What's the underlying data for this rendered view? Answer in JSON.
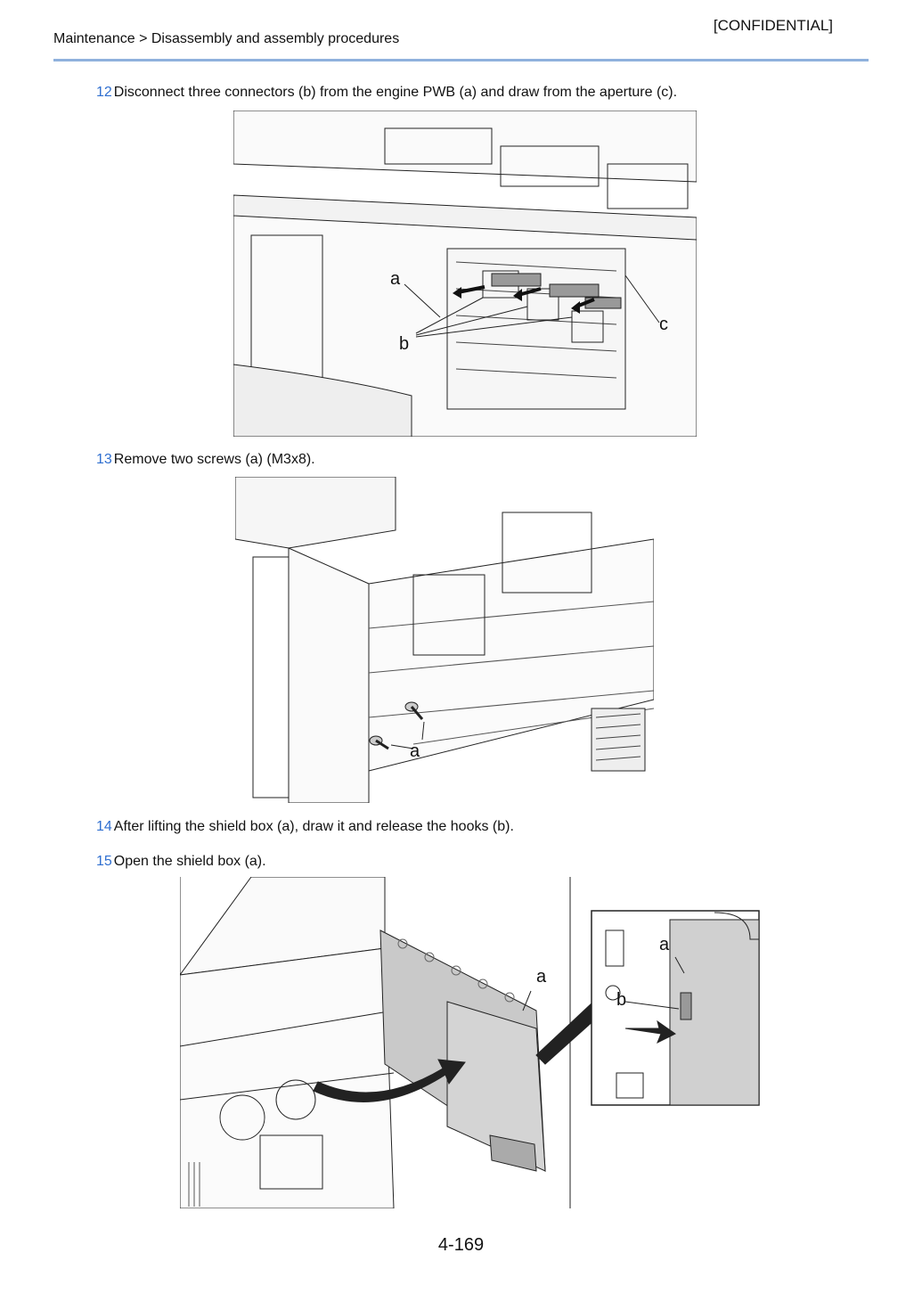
{
  "header": {
    "confidential": "[CONFIDENTIAL]",
    "breadcrumb": "Maintenance > Disassembly and assembly procedures"
  },
  "steps": [
    {
      "number": "12",
      "text": "Disconnect three connectors (b) from the engine PWB (a) and draw from the aperture (c).",
      "callouts": [
        "a",
        "b",
        "c"
      ]
    },
    {
      "number": "13",
      "text": "Remove two screws (a) (M3x8).",
      "callouts": [
        "a"
      ]
    },
    {
      "number": "14",
      "text": "After lifting the shield box (a), draw it and release the hooks (b).",
      "callouts": []
    },
    {
      "number": "15",
      "text": "Open the shield box (a).",
      "callouts": [
        "a",
        "a",
        "b"
      ]
    }
  ],
  "footer": {
    "page_number": "4-169"
  },
  "colors": {
    "accent": "#2f6fd0",
    "header_rule": "#8fb1dd",
    "shield_gray": "#c9c9c9"
  }
}
